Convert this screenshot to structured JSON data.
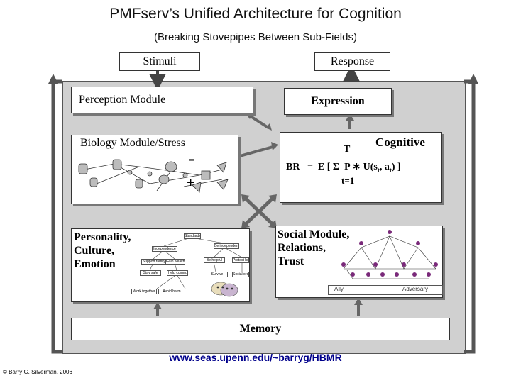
{
  "header": {
    "title": "PMFserv’s Unified Architecture for Cognition",
    "subtitle": "(Breaking Stovepipes Between Sub-Fields)"
  },
  "io": {
    "stimuli": "Stimuli",
    "response": "Response"
  },
  "modules": {
    "perception": "Perception Module",
    "expression": "Expression",
    "biology": "Biology Module/Stress",
    "cognitive": "Cognitive",
    "personality_lines": [
      "Personality,",
      "Culture,",
      "Emotion"
    ],
    "social_lines": [
      "Social Module,",
      "Relations,",
      "Trust"
    ],
    "memory": "Memory"
  },
  "formula": {
    "upper": "T",
    "main": "BR   =  E [ Σ  P ∗ U(s",
    "sub_t": "t",
    "mid": ", a",
    "sub_t2": "t",
    "tail": ") ]",
    "lower": "t=1"
  },
  "biology_signs": {
    "minus": "-",
    "plus": "+"
  },
  "goal_tree": {
    "root": "Standards",
    "nodes": [
      "Independence",
      "Be independent",
      "Support family",
      "Gain wealth",
      "Be helpful",
      "Protect honor",
      "Stay safe",
      "Help comm.",
      "Survive",
      "Social order",
      "Work together",
      "Avoid harm"
    ]
  },
  "social_scale": {
    "left": "Ally",
    "right": "Adversary"
  },
  "footer": {
    "url": "www.seas.upenn.edu/~barryg/HBMR",
    "copyright": "© Barry G. Silverman, 2006"
  }
}
